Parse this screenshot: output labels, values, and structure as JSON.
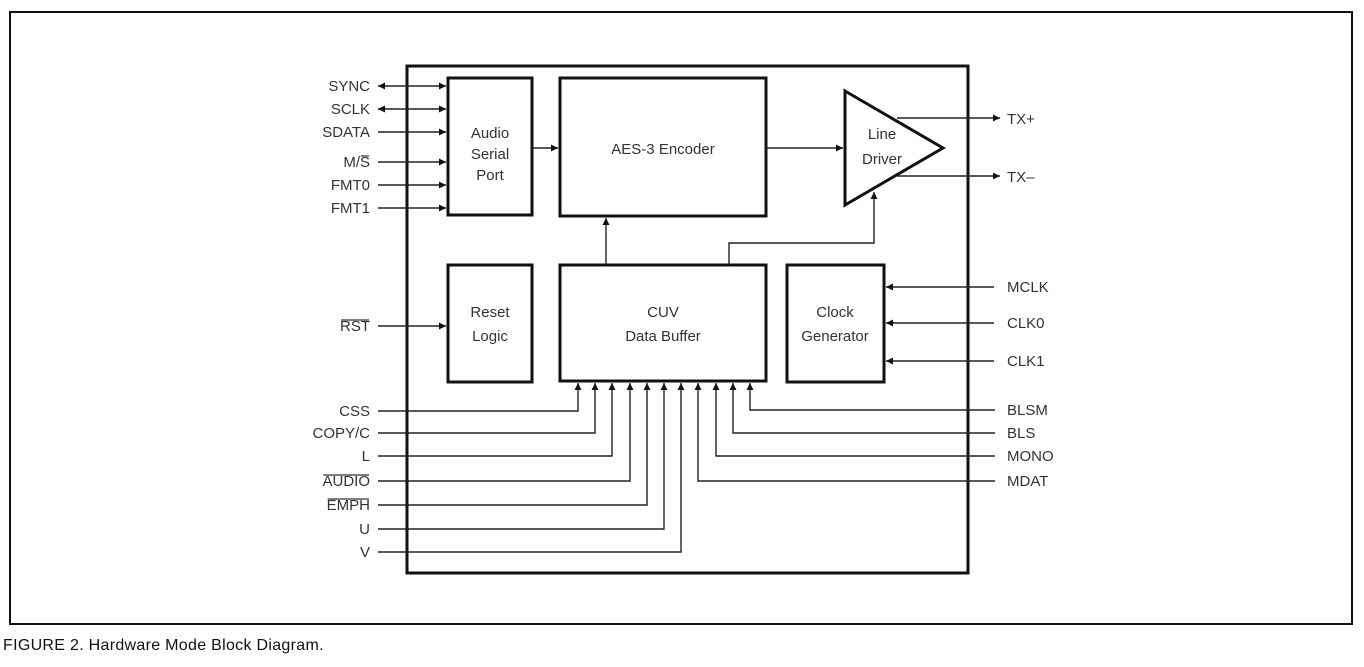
{
  "figure": {
    "caption": "FIGURE 2. Hardware Mode Block Diagram."
  },
  "blocks": {
    "audio_serial_port": [
      "Audio",
      "Serial",
      "Port"
    ],
    "aes3_encoder": [
      "AES-3 Encoder"
    ],
    "line_driver": [
      "Line",
      "Driver"
    ],
    "reset_logic": [
      "Reset",
      "Logic"
    ],
    "cuv_data_buffer": [
      "CUV",
      "Data Buffer"
    ],
    "clock_generator": [
      "Clock",
      "Generator"
    ]
  },
  "pins": {
    "serial_port_inputs": [
      {
        "label": "SYNC",
        "bidirectional": true,
        "overbar": ""
      },
      {
        "label": "SCLK",
        "bidirectional": true,
        "overbar": ""
      },
      {
        "label": "SDATA",
        "bidirectional": false,
        "overbar": ""
      },
      {
        "label": "M/S",
        "bidirectional": false,
        "overbar": "S"
      },
      {
        "label": "FMT0",
        "bidirectional": false,
        "overbar": ""
      },
      {
        "label": "FMT1",
        "bidirectional": false,
        "overbar": ""
      }
    ],
    "reset_input": {
      "label": "RST",
      "overbar": "RST"
    },
    "outputs": [
      {
        "label": "TX+"
      },
      {
        "label": "TX–"
      }
    ],
    "clock_inputs": [
      {
        "label": "MCLK"
      },
      {
        "label": "CLK0"
      },
      {
        "label": "CLK1"
      }
    ],
    "cuv_left_inputs": [
      {
        "label": "CSS",
        "overbar": false
      },
      {
        "label": "COPY/C",
        "overbar": false
      },
      {
        "label": "L",
        "overbar": false
      },
      {
        "label": "AUDIO",
        "overbar": true
      },
      {
        "label": "EMPH",
        "overbar": true
      },
      {
        "label": "U",
        "overbar": false
      },
      {
        "label": "V",
        "overbar": false
      }
    ],
    "cuv_right_inputs": [
      {
        "label": "BLSM"
      },
      {
        "label": "BLS"
      },
      {
        "label": "MONO"
      },
      {
        "label": "MDAT"
      }
    ]
  }
}
